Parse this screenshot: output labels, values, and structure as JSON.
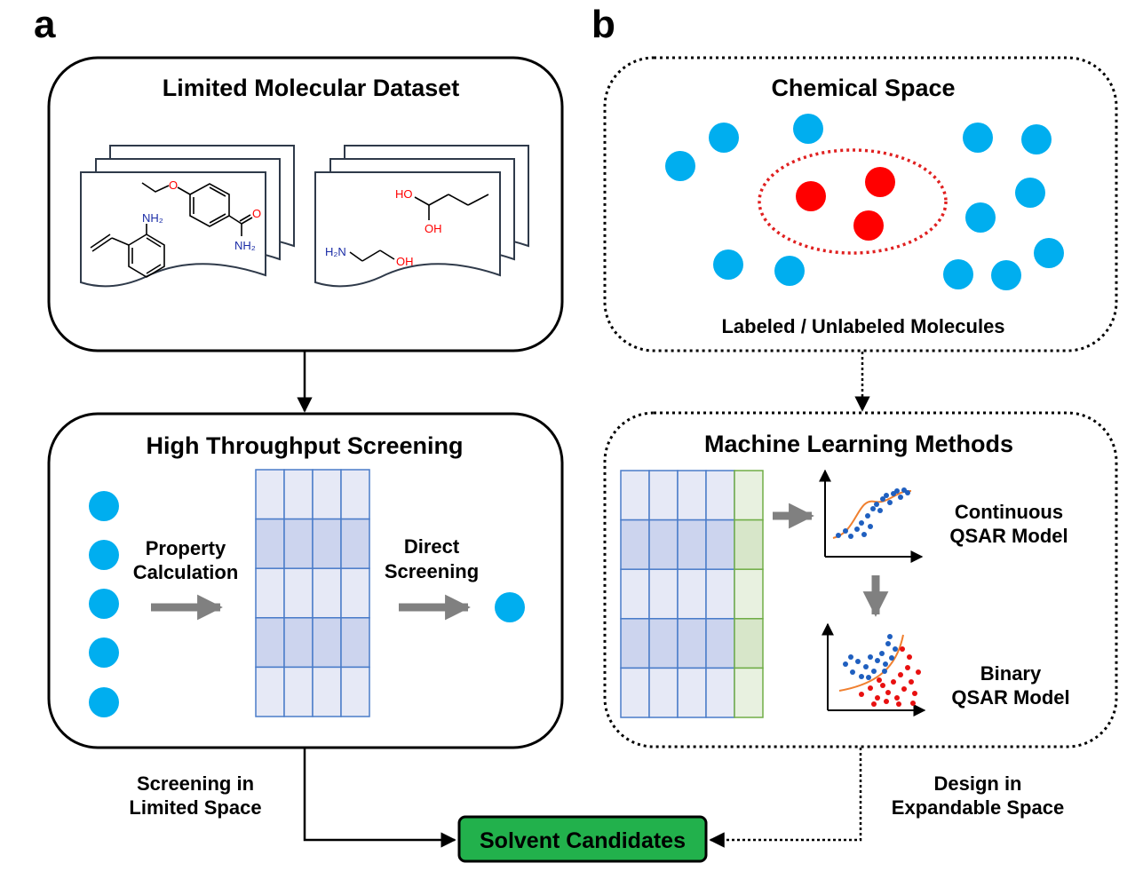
{
  "panel_a": {
    "letter": "a",
    "dataset": {
      "title": "Limited Molecular Dataset",
      "molecule_labels": {
        "nh2": "NH₂",
        "amide_o": "O",
        "amide_nh2": "NH₂",
        "ho": "HO",
        "oh": "OH",
        "ethanolamine_h2n": "H₂N",
        "ethanolamine_oh": "OH"
      }
    },
    "screening": {
      "title": "High Throughput Screening",
      "property_line1": "Property",
      "property_line2": "Calculation",
      "direct_line1": "Direct",
      "direct_line2": "Screening"
    },
    "limited_line1": "Screening in",
    "limited_line2": "Limited Space"
  },
  "panel_b": {
    "letter": "b",
    "chemical_space": {
      "title": "Chemical Space",
      "caption": "Labeled / Unlabeled Molecules"
    },
    "ml": {
      "title": "Machine Learning Methods",
      "continuous_line1": "Continuous",
      "continuous_line2": "QSAR Model",
      "binary_line1": "Binary",
      "binary_line2": "QSAR Model"
    },
    "expandable_line1": "Design in",
    "expandable_line2": "Expandable Space"
  },
  "result": {
    "label": "Solvent Candidates"
  },
  "colors": {
    "blue_dot": "#00aeef",
    "red_dot": "#ff0000",
    "grid_blue": "#4a7cc9",
    "grid_fill": "#e6e9f6",
    "grid_fill_dark": "#ccd4ee",
    "grid_green": "#70ad47",
    "candidate_fill": "#22b14c",
    "arrow_gray": "#808080"
  }
}
